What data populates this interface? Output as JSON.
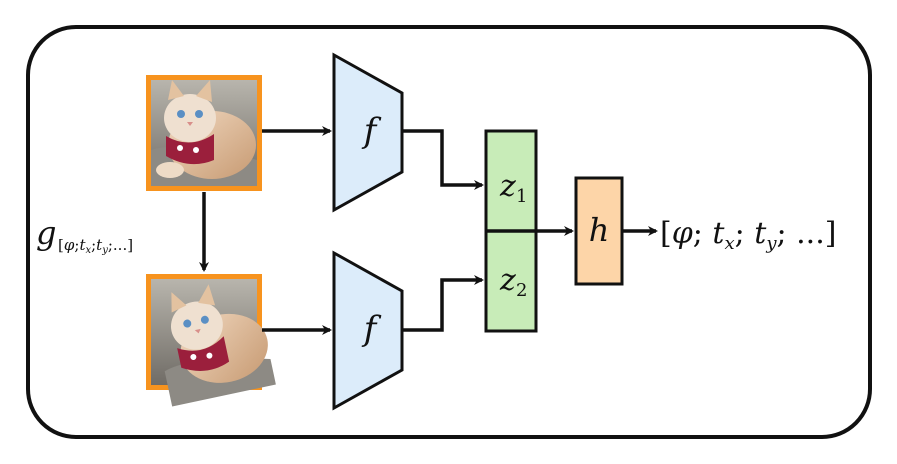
{
  "encoder_label": "f",
  "head_label": "h",
  "latents": {
    "z1": "z",
    "z1_sub": "1",
    "z2": "z",
    "z2_sub": "2"
  },
  "transform": {
    "symbol": "g",
    "subscript": "[φ;tx;ty;...]"
  },
  "output": "[φ; tx; ty; ...]",
  "colors": {
    "border": "#111111",
    "image_frame": "#f7931e",
    "encoder_fill": "#dcecfa",
    "latent_fill": "#c8ecb8",
    "head_fill": "#fdd5a8"
  },
  "images": [
    {
      "name": "original-cat-image",
      "subject": "cat"
    },
    {
      "name": "transformed-cat-image",
      "subject": "cat (rotated/translated)"
    }
  ]
}
